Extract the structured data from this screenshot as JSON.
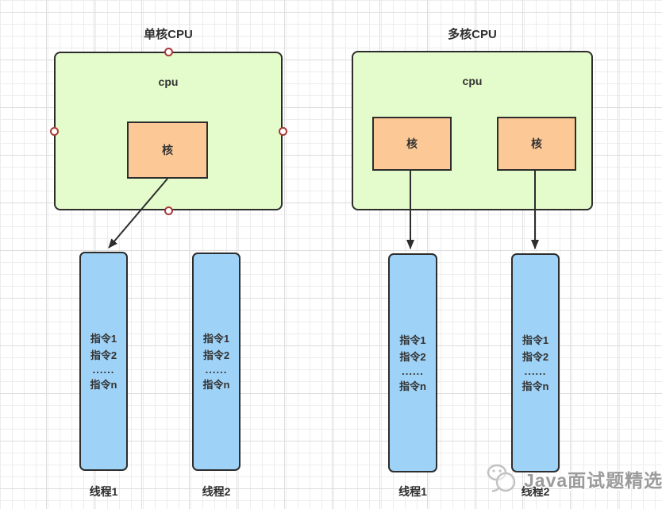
{
  "left_diagram": {
    "title": "单核CPU",
    "cpu_label": "cpu",
    "cores": [
      {
        "label": "核"
      }
    ],
    "threads": [
      {
        "label": "线程1"
      },
      {
        "label": "线程2"
      }
    ]
  },
  "right_diagram": {
    "title": "多核CPU",
    "cpu_label": "cpu",
    "cores": [
      {
        "label": "核"
      },
      {
        "label": "核"
      }
    ],
    "threads": [
      {
        "label": "线程1"
      },
      {
        "label": "线程2"
      }
    ]
  },
  "instructions": [
    "指令1",
    "指令2",
    "......",
    "指令n"
  ],
  "watermark": {
    "text": "Java面试题精选",
    "icon": "chat-mascot-icon"
  },
  "colors": {
    "cpu_fill": "#e4fccb",
    "core_fill": "#fcc996",
    "thread_fill": "#9fd2f7",
    "shape_stroke": "#2d2d2d",
    "handle_border": "#a73a3a",
    "watermark_text": "#9b9b9b",
    "grid_minor": "#ededed",
    "grid_major": "#dddddd"
  }
}
